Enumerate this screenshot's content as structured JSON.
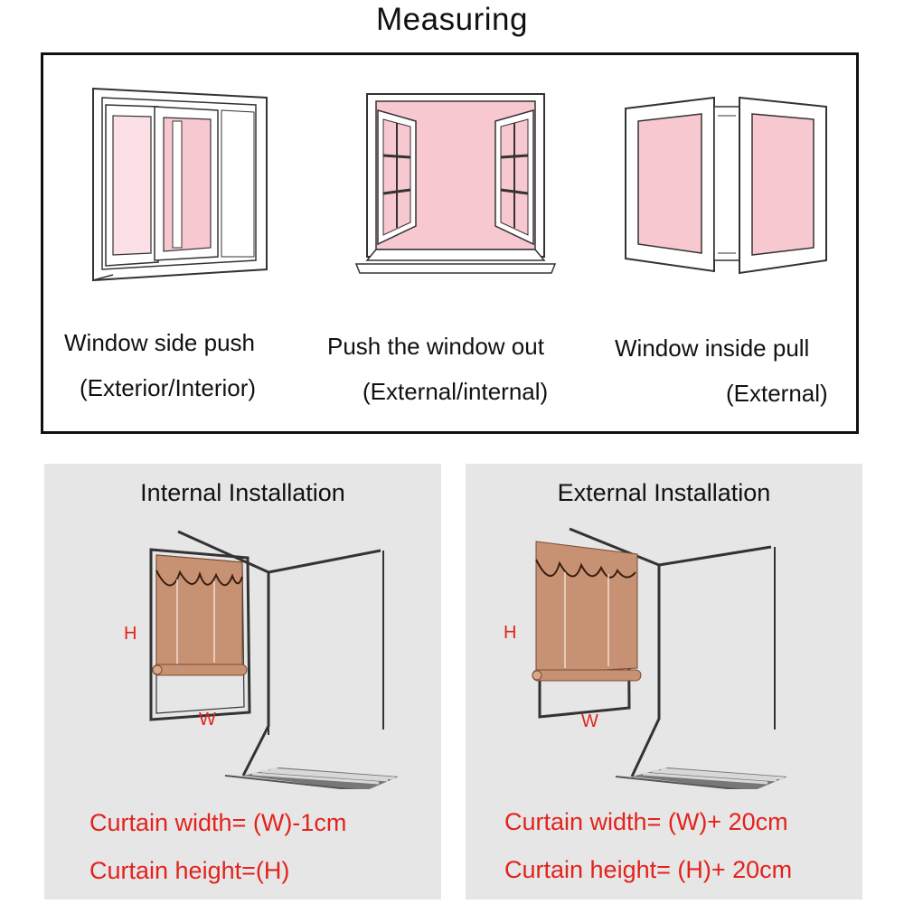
{
  "title": "Measuring",
  "windows": [
    {
      "label": "Window side push",
      "sub": "(Exterior/Interior)"
    },
    {
      "label": "Push the window out",
      "sub": "(External/internal)"
    },
    {
      "label": "Window inside pull",
      "sub": "(External)"
    }
  ],
  "internal": {
    "title": "Internal Installation",
    "h_label": "H",
    "w_label": "W",
    "width_formula": "Curtain width= (W)-1cm",
    "height_formula": "Curtain height=(H)"
  },
  "external": {
    "title": "External Installation",
    "h_label": "H",
    "w_label": "W",
    "width_formula": "Curtain width= (W)+ 20cm",
    "height_formula": "Curtain height= (H)+ 20cm"
  },
  "colors": {
    "glass_pink": "#f7c8cf",
    "formula_red": "#e3221c",
    "shade_brown": "#c79274",
    "panel_gray": "#e6e6e6"
  }
}
